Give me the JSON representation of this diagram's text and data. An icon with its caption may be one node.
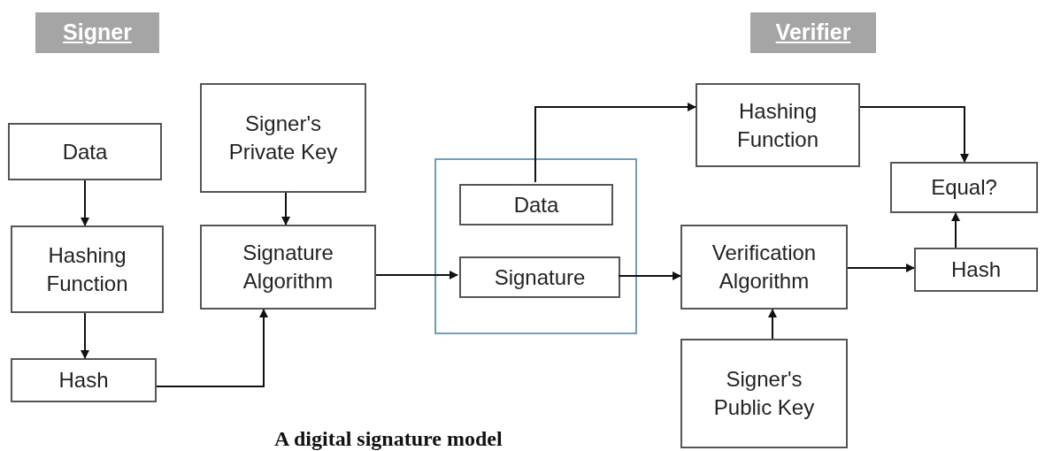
{
  "diagram": {
    "caption": "A digital signature model",
    "nodes": [
      {
        "text": [
          "Signer"
        ]
      },
      {
        "text": [
          "Verifier"
        ]
      },
      {
        "text": [
          "Data"
        ]
      },
      {
        "text": [
          "Hashing Function"
        ]
      },
      {
        "text": [
          "Hash"
        ]
      },
      {
        "text": [
          "Signer's Private Key"
        ]
      },
      {
        "text": [
          "Signature Algorithm"
        ]
      },
      {
        "text": [],
        "shape": "box"
      },
      {
        "text": [
          "Data"
        ],
        "in": 7
      },
      {
        "text": [
          "Signature"
        ],
        "in": 7
      },
      {
        "text": [
          "Hashing Function"
        ]
      },
      {
        "text": [
          "Equal?"
        ]
      },
      {
        "text": [
          "Verification Algorithm"
        ]
      },
      {
        "text": [
          "Hash"
        ]
      },
      {
        "text": [
          "Signer's Public Key"
        ]
      }
    ],
    "edges": [
      {
        "from": 2,
        "to": 3,
        "arrow": "to"
      },
      {
        "from": 3,
        "to": 4,
        "arrow": "to"
      },
      {
        "from": 4,
        "to": 6,
        "arrow": "to"
      },
      {
        "from": 5,
        "to": 6,
        "arrow": "to"
      },
      {
        "from": 6,
        "to": 9,
        "arrow": "to"
      },
      {
        "from": 9,
        "to": 12,
        "arrow": "to"
      },
      {
        "from": 12,
        "to": 13,
        "arrow": "to"
      },
      {
        "from": 8,
        "to": 10,
        "arrow": "to"
      },
      {
        "from": 13,
        "to": 11,
        "arrow": "to"
      },
      {
        "from": 10,
        "to": 11,
        "arrow": "to"
      },
      {
        "from": 14,
        "to": 12,
        "arrow": "to"
      }
    ]
  }
}
